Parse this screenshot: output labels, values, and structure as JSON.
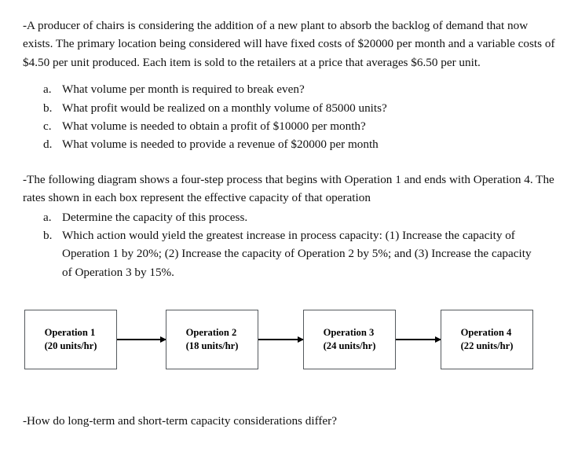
{
  "document": {
    "paragraph_1": "-A producer of chairs is considering the addition of a new plant to absorb the backlog of demand that now exists. The primary location being considered will have fixed costs of $20000 per month and a variable costs of $4.50 per unit produced. Each item is sold to the retailers at a price that averages $6.50 per unit.",
    "question_list_1": [
      {
        "marker": "a.",
        "text": "What volume per month is required to break even?"
      },
      {
        "marker": "b.",
        "text": "What profit would be realized on a monthly volume of 85000 units?"
      },
      {
        "marker": "c.",
        "text": "What volume is needed to obtain a profit of $10000 per month?"
      },
      {
        "marker": "d.",
        "text": "What volume is needed to provide a revenue of $20000 per month"
      }
    ],
    "paragraph_2": "-The following diagram shows a four-step process that begins with Operation 1 and ends with Operation 4. The rates shown in each box represent the effective capacity of that operation",
    "question_list_2": [
      {
        "marker": "a.",
        "text": "Determine the capacity of this process."
      },
      {
        "marker": "b.",
        "text": "Which action would yield the greatest increase in process capacity: (1) Increase the capacity of Operation 1 by 20%; (2) Increase the capacity of Operation 2 by 5%; and (3) Increase the capacity of Operation 3 by 15%."
      }
    ],
    "diagram": {
      "boxes": [
        {
          "name": "Operation 1",
          "rate": "(20 units/hr)"
        },
        {
          "name": "Operation 2",
          "rate": "(18 units/hr)"
        },
        {
          "name": "Operation 3",
          "rate": "(24 units/hr)"
        },
        {
          "name": "Operation 4",
          "rate": "(22 units/hr)"
        }
      ],
      "border_color": "#555a5e",
      "arrow_color": "#000000"
    },
    "paragraph_3": "-How do long-term and short-term capacity considerations differ?"
  }
}
